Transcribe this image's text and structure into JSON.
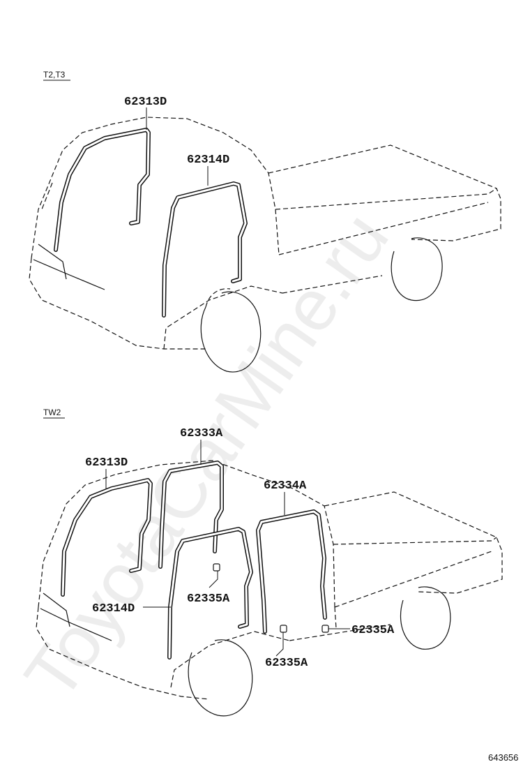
{
  "watermark": "ToyotaCarMine.ru",
  "diagram_code": "643656",
  "sections": [
    {
      "label": "T2,T3",
      "parts": [
        {
          "code": "62313D"
        },
        {
          "code": "62314D"
        }
      ]
    },
    {
      "label": "TW2",
      "parts": [
        {
          "code": "62313D"
        },
        {
          "code": "62333A"
        },
        {
          "code": "62334A"
        },
        {
          "code": "62314D"
        },
        {
          "code": "62335A"
        },
        {
          "code": "62335A"
        },
        {
          "code": "62335A"
        }
      ]
    }
  ]
}
